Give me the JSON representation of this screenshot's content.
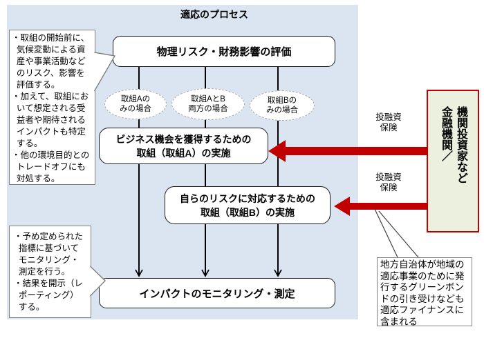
{
  "title": "適応のプロセス",
  "boxes": {
    "assessment": {
      "label": "物理リスク・財務影響の評価"
    },
    "action_a": {
      "line1": "ビジネス機会を獲得するための",
      "line2": "取組（取組A）の実施"
    },
    "action_b": {
      "line1": "自らのリスクに対応するための",
      "line2": "取組（取組B）の実施"
    },
    "monitoring": {
      "label": "インパクトのモニタリング・測定"
    }
  },
  "cases": [
    {
      "line1": "取組Aの",
      "line2": "みの場合"
    },
    {
      "line1": "取組AとB",
      "line2": "両方の場合"
    },
    {
      "line1": "取組Bの",
      "line2": "みの場合"
    }
  ],
  "callouts": {
    "assessment_note": {
      "bullets": [
        "・取組の開始前に、気候変動による資産や事業活動などのリスク、影響を評価する。",
        "・加えて、取組において想定される受益者や期待されるインパクトも特定する。",
        "・他の環境目的とのトレードオフにも対処する。"
      ]
    },
    "monitoring_note": {
      "bullets": [
        "・予め定められた指標に基づいてモニタリング・測定を行う。",
        "・結果を開示（レポーティング）する。"
      ]
    }
  },
  "finance": {
    "box_line1": "機関投資家など",
    "box_line2": "金融機関／",
    "flow_labels": [
      {
        "line1": "投融資",
        "line2": "保険"
      },
      {
        "line1": "投融資",
        "line2": "保険"
      }
    ],
    "note": "地方自治体が地域の適応事業のために発行するグリーンボンドの引き受けなども適応ファイナンスに含まれる"
  },
  "colors": {
    "panel_bg": "#dbe5f1",
    "finance_box_bg": "#ebf1de",
    "accent_red": "#c00000",
    "box_border": "#1a1a1a",
    "callout_border": "#808080"
  }
}
